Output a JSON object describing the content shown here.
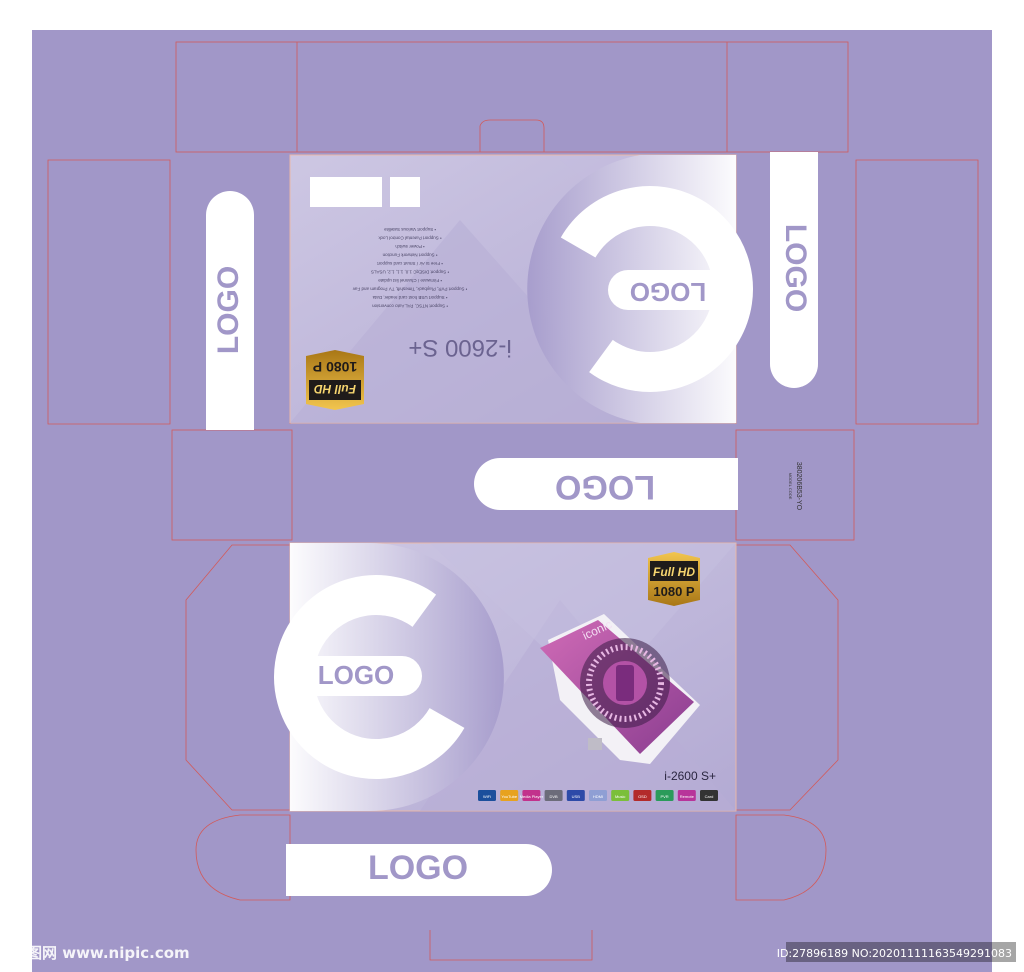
{
  "panels": {
    "top_rotated_pill_logo": "LOGO",
    "left_vertical_pill_logo": "LOGO",
    "right_vertical_pill_logo": "LOGO",
    "middle_flipped_pill_logo": "LOGO",
    "bottom_pill_logo": "LOGO",
    "top_power_logo": "LOGO",
    "front_power_logo": "LOGO"
  },
  "top_face": {
    "model": "i-2600 S+",
    "badge_line1": "Full HD",
    "badge_line2": "1080 P",
    "spec_lines": [
      "• Support Various Satellite",
      "• Support Parental Control Lock",
      "• Power switch",
      "• Support Network Function",
      "• Free to Air / Smart card support",
      "• Support DiSEqC 1.0, 1.1, 1.2, USALS",
      "• Firmware / Channel list update",
      "• Support PVR, Playback, Timeshift, TV Program and Fav",
      "• Support USB host card reader, Data",
      "• Support NTSC, PAL Auto conversion"
    ]
  },
  "side_code": "380206B53-YO",
  "side_code_sub": "MODEL CODE",
  "front_face": {
    "model": "i-2600 S+",
    "badge_line1": "Full HD",
    "badge_line2": "1080 P",
    "device_brand": "iconic",
    "feature_icons": [
      "WiFi",
      "YouTube",
      "Media Player",
      "DVB",
      "USB",
      "HDMI",
      "Music",
      "OSD",
      "PVR",
      "Remote",
      "Card"
    ]
  },
  "watermark": {
    "site": "昵图网 www.nipic.com",
    "id": "ID:27896189 NO:20201111163549291083"
  },
  "colors": {
    "background": "#a197c8",
    "panel_gradient_start": "#c8c2e0",
    "panel_gradient_end": "#a89fcd",
    "cut_line": "#d25a5a",
    "white": "#ffffff",
    "gold": "#c99a2e"
  }
}
